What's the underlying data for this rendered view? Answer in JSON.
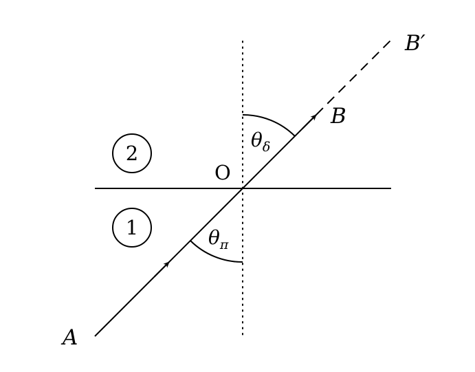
{
  "diagram": {
    "point_a": "A",
    "point_b": "B",
    "point_b_prime": "B′",
    "origin": "O",
    "region_upper": "2",
    "region_lower": "1",
    "angle_upper_symbol": "θ",
    "angle_upper_sub": "δ",
    "angle_lower_symbol": "θ",
    "angle_lower_sub": "π"
  },
  "colors": {
    "stroke": "#000000",
    "background": "#ffffff"
  }
}
